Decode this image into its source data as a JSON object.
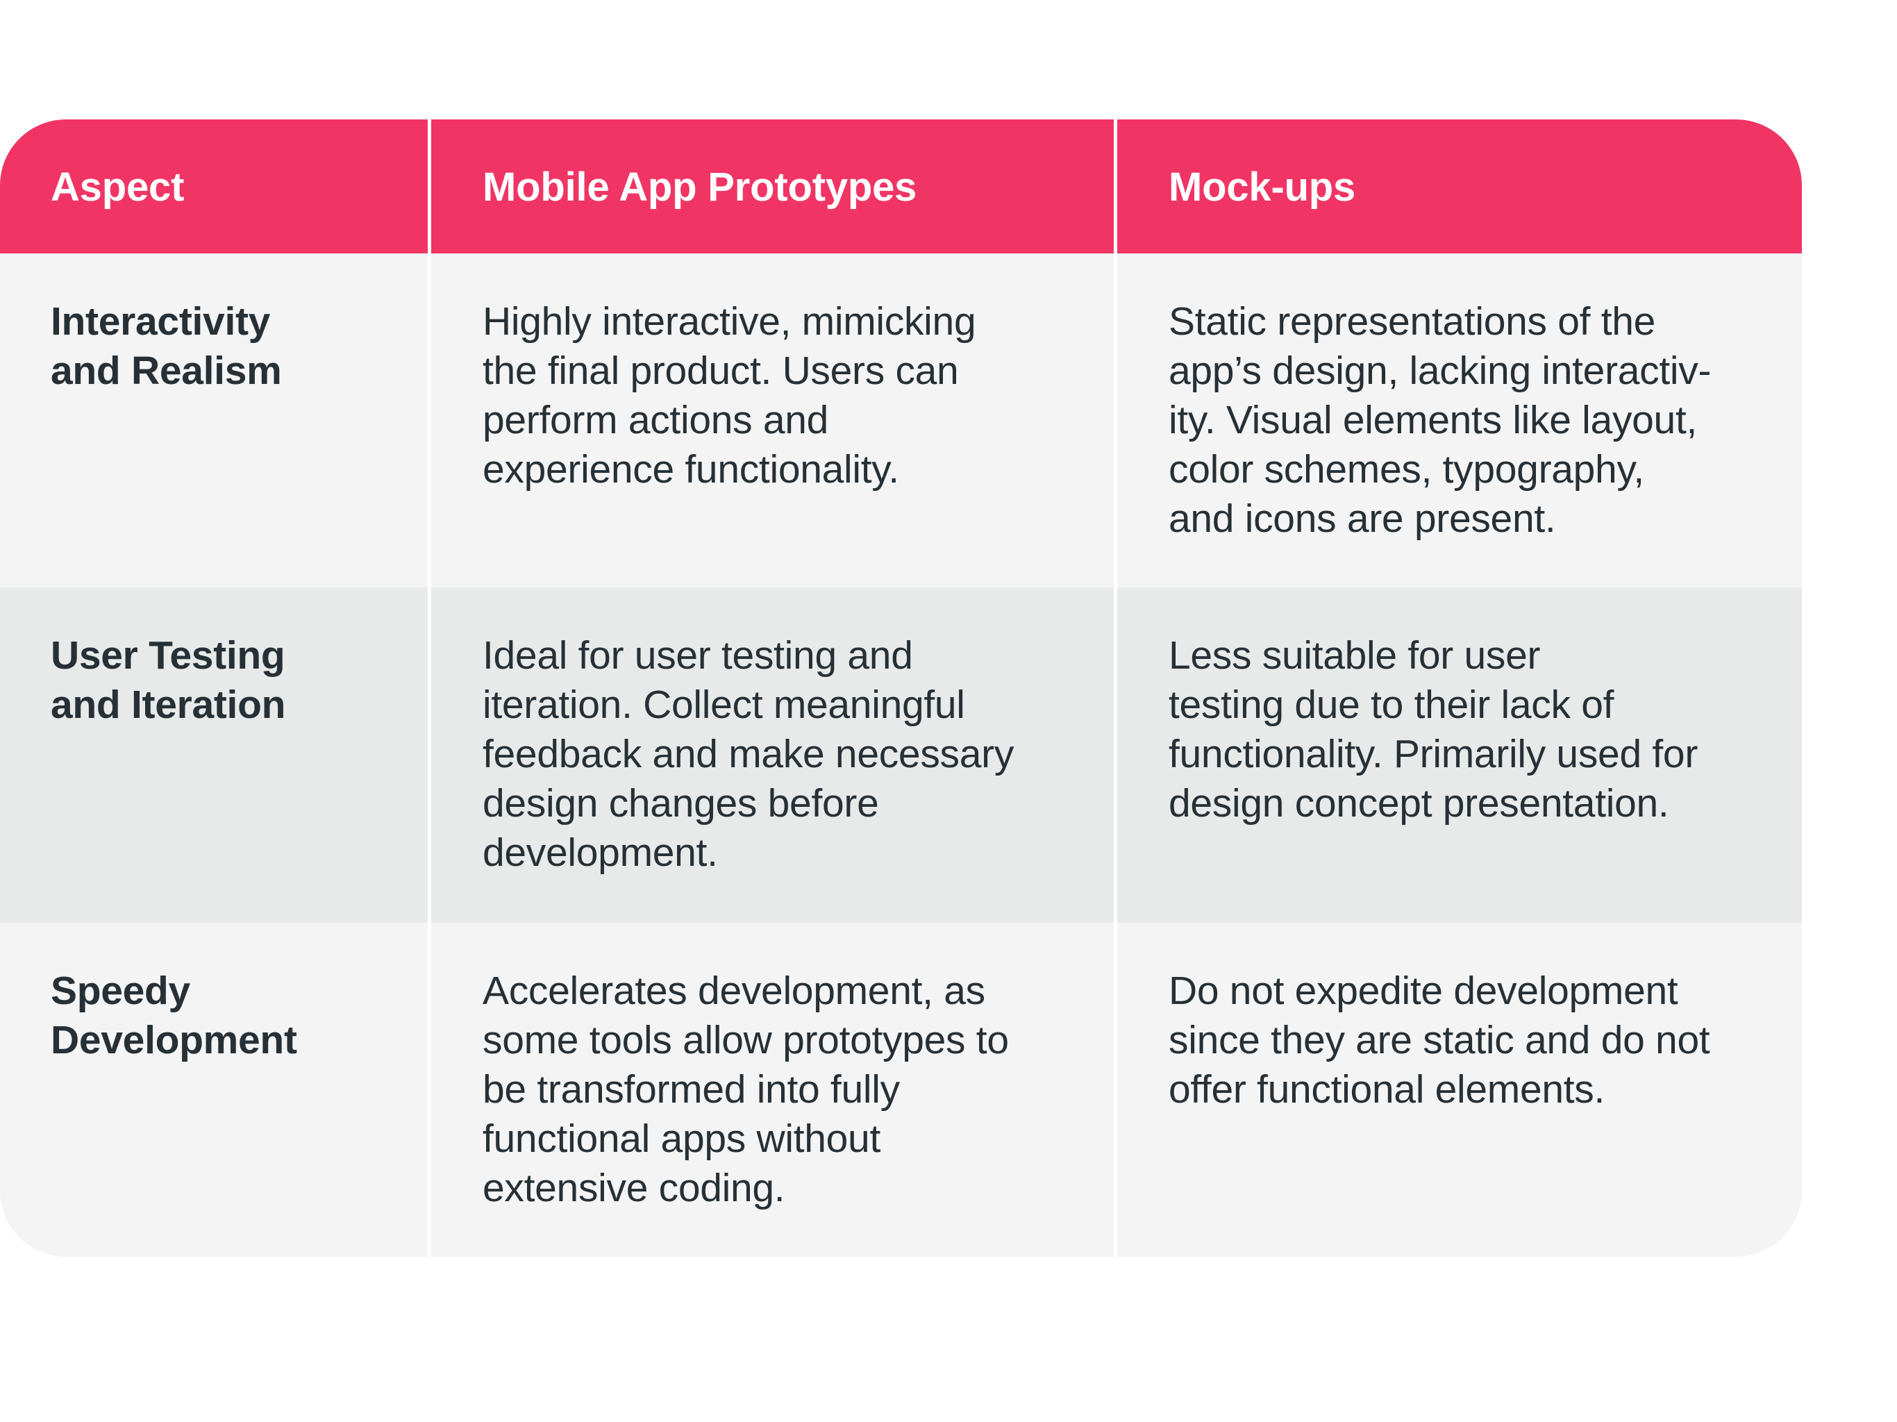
{
  "colors": {
    "header_bg": "#F03565",
    "header_text": "#FFFFFF",
    "row_light": "#F4F4F4",
    "row_dark": "#E8EAEA",
    "body_text": "#263036",
    "divider": "#FFFFFF"
  },
  "table": {
    "headers": [
      "Aspect",
      "Mobile App Prototypes",
      "Mock-ups"
    ],
    "rows": [
      {
        "aspect": [
          "Interactivity",
          "and Realism"
        ],
        "prototypes": [
          "Highly interactive, mimicking",
          "the final product. Users can",
          "perform actions and",
          "experience functionality."
        ],
        "mockups": [
          "Static representations of the",
          "app’s design, lacking interactiv-",
          "ity. Visual elements like layout,",
          "color schemes, typography,",
          "and icons are present."
        ]
      },
      {
        "aspect": [
          "User Testing",
          "and Iteration"
        ],
        "prototypes": [
          "Ideal for user testing and",
          "iteration. Collect meaningful",
          "feedback and make necessary",
          "design changes before",
          "development."
        ],
        "mockups": [
          "Less suitable for user",
          "testing due to their lack of",
          "functionality. Primarily used for",
          "design concept presentation."
        ]
      },
      {
        "aspect": [
          "Speedy",
          "Development"
        ],
        "prototypes": [
          "Accelerates development, as",
          "some tools allow prototypes to",
          "be transformed into fully",
          "functional apps without",
          "extensive coding."
        ],
        "mockups": [
          "Do not expedite development",
          "since they are static and do not",
          "offer functional elements."
        ]
      }
    ]
  }
}
